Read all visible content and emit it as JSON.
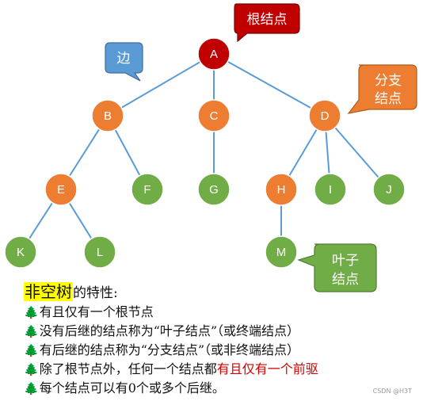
{
  "nodes": [
    {
      "id": "A",
      "color": "#c00000"
    },
    {
      "id": "B",
      "color": "#ed7d31"
    },
    {
      "id": "C",
      "color": "#ed7d31"
    },
    {
      "id": "D",
      "color": "#ed7d31"
    },
    {
      "id": "E",
      "color": "#ed7d31"
    },
    {
      "id": "F",
      "color": "#70ad47"
    },
    {
      "id": "G",
      "color": "#70ad47"
    },
    {
      "id": "H",
      "color": "#ed7d31"
    },
    {
      "id": "I",
      "color": "#70ad47"
    },
    {
      "id": "J",
      "color": "#70ad47"
    },
    {
      "id": "K",
      "color": "#70ad47"
    },
    {
      "id": "L",
      "color": "#70ad47"
    },
    {
      "id": "M",
      "color": "#70ad47"
    }
  ],
  "edges": [
    [
      "A",
      "B"
    ],
    [
      "A",
      "C"
    ],
    [
      "A",
      "D"
    ],
    [
      "B",
      "E"
    ],
    [
      "B",
      "F"
    ],
    [
      "C",
      "G"
    ],
    [
      "D",
      "H"
    ],
    [
      "D",
      "I"
    ],
    [
      "D",
      "J"
    ],
    [
      "E",
      "K"
    ],
    [
      "E",
      "L"
    ],
    [
      "H",
      "M"
    ]
  ],
  "edge_color": "#5b9bd5",
  "callouts": {
    "root": {
      "text": "根结点",
      "color": "#c00000"
    },
    "edge": {
      "text": "边",
      "color": "#5b9bd5"
    },
    "branch": {
      "line1": "分支",
      "line2": "结点",
      "color": "#ed7d31"
    },
    "leaf": {
      "line1": "叶子",
      "line2": "结点",
      "color": "#70ad47"
    }
  },
  "properties": {
    "highlight": "非空树",
    "heading_suffix": "的特性:",
    "icon": "tree-icon",
    "items": [
      {
        "text": "有且仅有一个根节点"
      },
      {
        "text": "没有后继的结点称为“叶子结点”（或终端结点）"
      },
      {
        "text": "有后继的结点称为“分支结点”（或非终端结点）"
      },
      {
        "text": "除了根节点外，任何一个结点都",
        "red": "有且仅有一个前驱"
      },
      {
        "text": "每个结点可以有0个或多个后继。"
      }
    ]
  },
  "watermark": "CSDN @H3T"
}
